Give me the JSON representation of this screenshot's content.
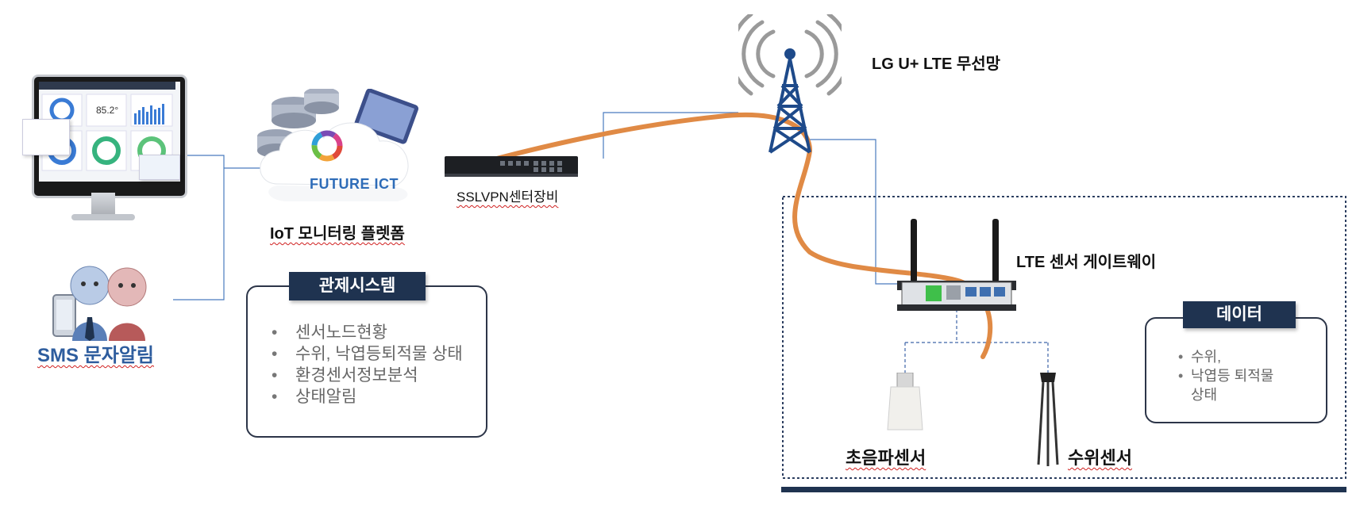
{
  "labels": {
    "lte_network": "LG U+  LTE 무선망",
    "sslvpn": "SSLVPN센터장비",
    "iot_platform": "IoT 모니터링 플렛폼",
    "sms_alert": "SMS 문자알림",
    "lte_gateway": "LTE 센서 게이트웨이",
    "ultrasonic_sensor": "초음파센서",
    "water_level_sensor": "수위센서",
    "future_ict_logo": "FUTURE ICT",
    "monitor_reading": "85.2°"
  },
  "control_panel": {
    "title": "관제시스템",
    "items": [
      "센서노드현황",
      "수위, 낙엽등퇴적물 상태",
      "환경센서정보분석",
      "상태알림"
    ]
  },
  "data_panel": {
    "title": "데이터",
    "items": [
      "수위,",
      "낙엽등 퇴적물 상태"
    ]
  },
  "colors": {
    "cable": "#e08a45",
    "line": "#4a7bbf",
    "navy": "#1f3350",
    "sms_blue": "#2e5d9e",
    "tower_blue": "#1e4a8a"
  }
}
